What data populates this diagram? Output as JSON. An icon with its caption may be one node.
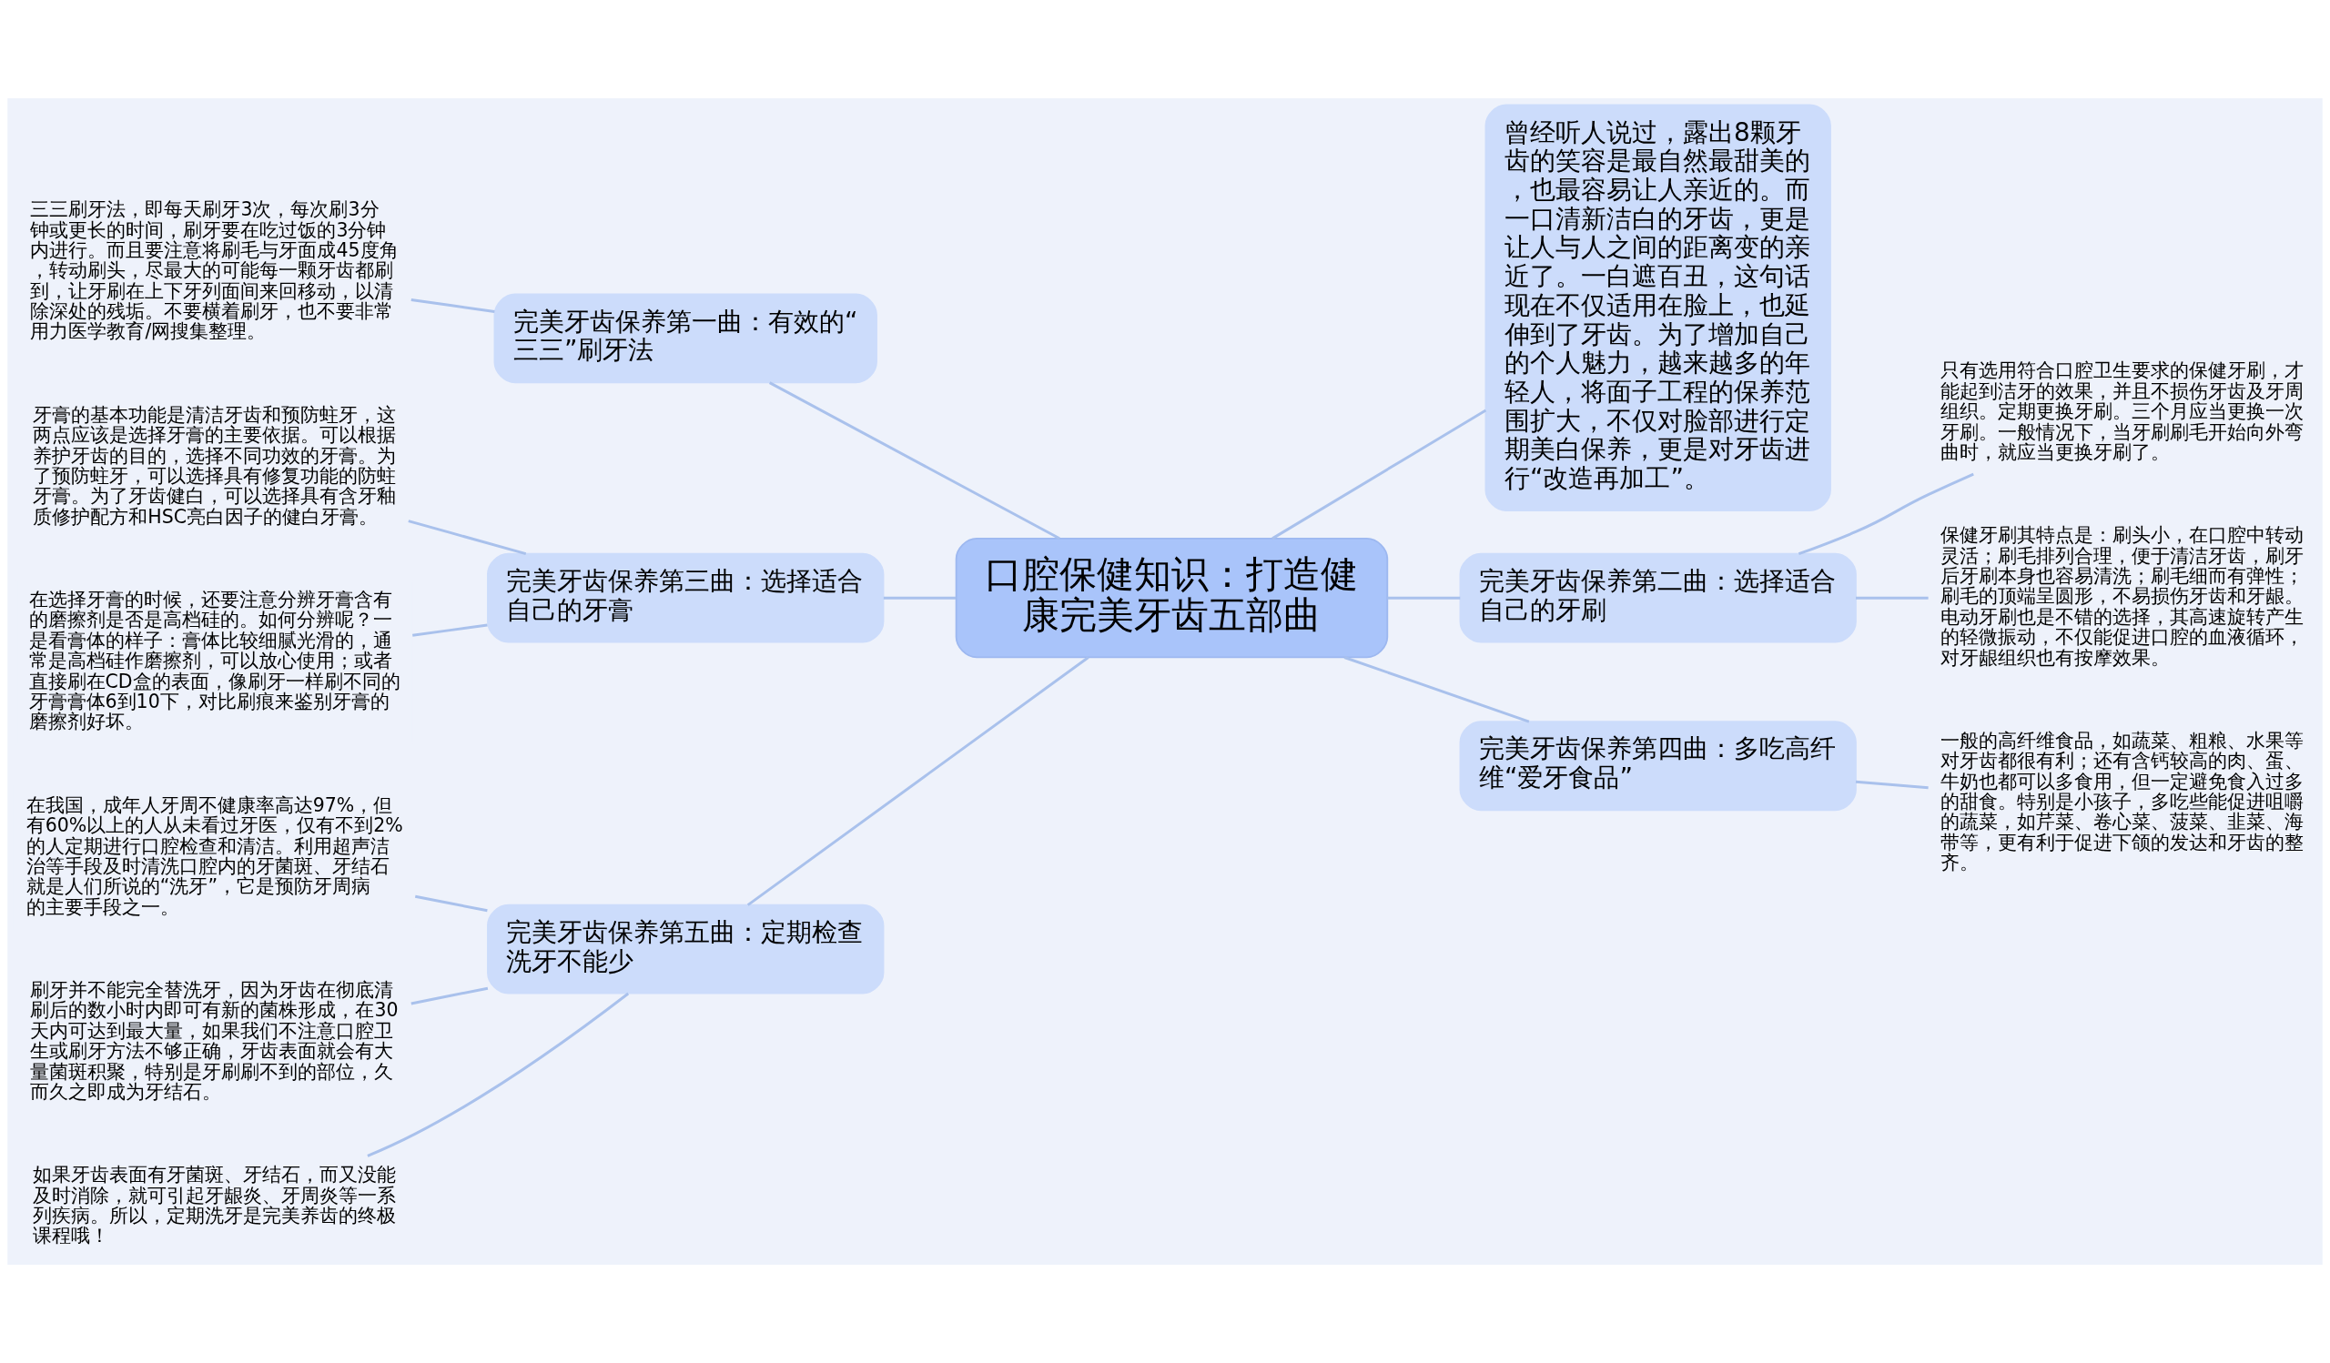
{
  "diagram": {
    "nodes": [
      {
        "text": [
          "口腔保健知识：打造健康完美牙齿五部曲"
        ]
      },
      {
        "text": [
          "完美牙齿保养第一曲：有效的“三三”刷牙法"
        ]
      },
      {
        "text": [
          "三三刷牙法，即每天刷牙3次，每次刷3分钟或更长的时间，刷牙要在吃过饭的3分钟内进行。而且要注意将刷毛与牙面成45度角，转动刷头，尽最大的可能每一颗牙齿都刷到，让牙刷在上下牙列面间来回移动，以清除深处的残垢。不要横着刷牙，也不要非常用力医学教育/网搜集整理。"
        ]
      },
      {
        "text": [
          "完美牙齿保养第三曲：选择适合自己的牙膏"
        ]
      },
      {
        "text": [
          "牙膏的基本功能是清洁牙齿和预防蛀牙，这两点应该是选择牙膏的主要依据。可以根据养护牙齿的目的，选择不同功效的牙膏。为了预防蛀牙，可以选择具有修复功能的防蛀牙膏。为了牙齿健白，可以选择具有含牙釉质修护配方和HSC亮白因子的健白牙膏。"
        ]
      },
      {
        "text": [
          "在选择牙膏的时候，还要注意分辨牙膏含有的磨擦剂是否是高档硅的。如何分辨呢？一是看膏体的样子：膏体比较细腻光滑的，通常是高档硅作磨擦剂，可以放心使用；或者直接刷在CD盒的表面，像刷牙一样刷不同的牙膏膏体6到10下，对比刷痕来鉴别牙膏的磨擦剂好坏。"
        ]
      },
      {
        "text": [
          "完美牙齿保养第五曲：定期检查洗牙不能少"
        ]
      },
      {
        "text": [
          "在我国，成年人牙周不健康率高达97%，但有60%以上的人从未看过牙医，仅有不到2%的人定期进行口腔检查和清洁。利用超声洁治等手段及时清洗口腔内的牙菌斑、牙结石就是人们所说的“洗牙”，它是预防牙周病的主要手段之一。"
        ]
      },
      {
        "text": [
          "刷牙并不能完全替洗牙，因为牙齿在彻底清刷后的数小时内即可有新的菌株形成，在30天内可达到最大量，如果我们不注意口腔卫生或刷牙方法不够正确，牙齿表面就会有大量菌斑积聚，特别是牙刷刷不到的部位，久而久之即成为牙结石。"
        ]
      },
      {
        "text": [
          "如果牙齿表面有牙菌斑、牙结石，而又没能及时消除，就可引起牙龈炎、牙周炎等一系列疾病。所以，定期洗牙是完美养齿的终极课程哦！"
        ]
      },
      {
        "text": [
          "曾经听人说过，露出8颗牙齿的笑容是最自然最甜美的，也最容易让人亲近的。而一口清新洁白的牙齿，更是让人与人之间的距离变的亲近了。一白遮百丑，这句话现在不仅适用在脸上，也延伸到了牙齿。为了增加自己的个人魅力，越来越多的年轻人，将面子工程的保养范围扩大，不仅对脸部进行定期美白保养，更是对牙齿进行“改造再加工”。"
        ]
      },
      {
        "text": [
          "完美牙齿保养第二曲：选择适合自己的牙刷"
        ]
      },
      {
        "text": [
          "只有选用符合口腔卫生要求的保健牙刷，才能起到洁牙的效果，并且不损伤牙齿及牙周组织。定期更换牙刷。三个月应当更换一次牙刷。一般情况下，当牙刷刷毛开始向外弯曲时，就应当更换牙刷了。"
        ]
      },
      {
        "text": [
          "保健牙刷其特点是：刷头小，在口腔中转动灵活；刷毛排列合理，便于清洁牙齿，刷牙后牙刷本身也容易清洗；刷毛细而有弹性；刷毛的顶端呈圆形，不易损伤牙齿和牙龈。电动牙刷也是不错的选择，其高速旋转产生的轻微振动，不仅能促进口腔的血液循环，对牙龈组织也有按摩效果。"
        ]
      },
      {
        "text": [
          "完美牙齿保养第四曲：多吃高纤维“爱牙食品”"
        ]
      },
      {
        "text": [
          "一般的高纤维食品，如蔬菜、粗粮、水果等对牙齿都很有利；还有含钙较高的肉、蛋、牛奶也都可以多食用，但一定避免食入过多的甜食。特别是小孩子，多吃些能促进咀嚼的蔬菜，如芹菜、卷心菜、菠菜、韭菜、海带等，更有利于促进下颌的发达和牙齿的整齐。"
        ]
      }
    ],
    "edges": [
      {
        "from": 0,
        "to": 1,
        "arrow": "none"
      },
      {
        "from": 1,
        "to": 2,
        "arrow": "none"
      },
      {
        "from": 0,
        "to": 3,
        "arrow": "none"
      },
      {
        "from": 3,
        "to": 4,
        "arrow": "none"
      },
      {
        "from": 3,
        "to": 5,
        "arrow": "none"
      },
      {
        "from": 0,
        "to": 6,
        "arrow": "none"
      },
      {
        "from": 6,
        "to": 7,
        "arrow": "none"
      },
      {
        "from": 6,
        "to": 8,
        "arrow": "none"
      },
      {
        "from": 6,
        "to": 9,
        "arrow": "none"
      },
      {
        "from": 0,
        "to": 10,
        "arrow": "none"
      },
      {
        "from": 0,
        "to": 11,
        "arrow": "none"
      },
      {
        "from": 11,
        "to": 12,
        "arrow": "none"
      },
      {
        "from": 11,
        "to": 13,
        "arrow": "none"
      },
      {
        "from": 0,
        "to": 14,
        "arrow": "none"
      },
      {
        "from": 14,
        "to": 15,
        "arrow": "none"
      }
    ]
  }
}
